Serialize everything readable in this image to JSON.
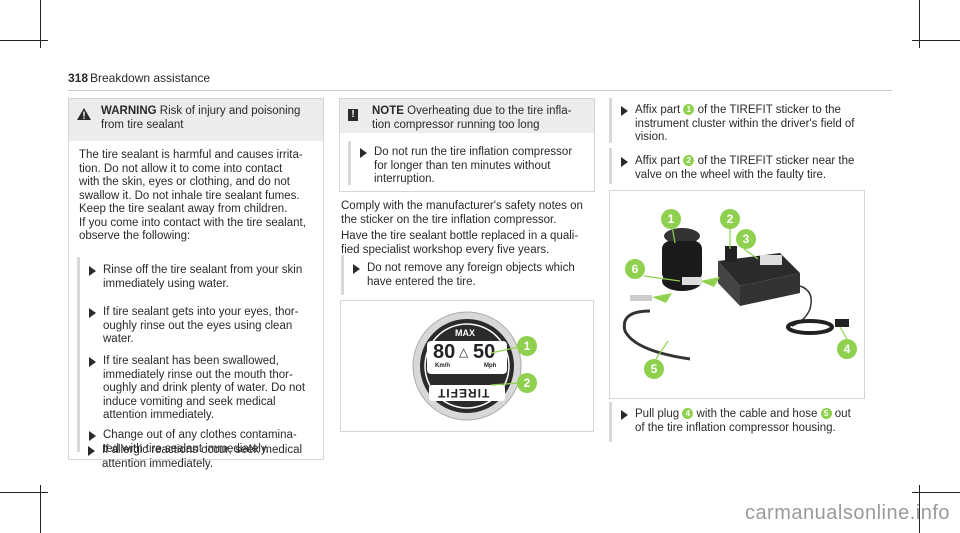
{
  "header": {
    "page_number": "318",
    "section_title": "Breakdown assistance"
  },
  "warning": {
    "label": "WARNING",
    "headline_1": "Risk of injury and poisoning",
    "headline_2": "from tire sealant",
    "para1": [
      "The tire sealant is harmful and causes irrita-",
      "tion. Do not allow it to come into contact",
      "with the skin, eyes or clothing, and do not",
      "swallow it. Do not inhale tire sealant fumes.",
      "Keep the tire sealant away from children."
    ],
    "para2": [
      "If you come into contact with the tire sealant,",
      "observe the following:"
    ],
    "bullets": [
      [
        "Rinse off the tire sealant from your skin",
        "immediately using water."
      ],
      [
        "If tire sealant gets into your eyes, thor-",
        "oughly rinse out the eyes using clean",
        "water."
      ],
      [
        "If tire sealant has been swallowed,",
        "immediately rinse out the mouth thor-",
        "oughly and drink plenty of water. Do not",
        "induce vomiting and seek medical",
        "attention immediately."
      ],
      [
        "Change out of any clothes contamina-",
        "ted with tire sealant immediately."
      ],
      [
        "If allergic reactions occur, seek medical",
        "attention immediately."
      ]
    ]
  },
  "note": {
    "label": "NOTE",
    "headline_1": "Overheating due to the tire infla-",
    "headline_2": "tion compressor running too long",
    "bullet": [
      "Do not run the tire inflation compressor",
      "for longer than ten minutes without",
      "interruption."
    ]
  },
  "middle": {
    "para1": [
      "Comply with the manufacturer's safety notes on",
      "the sticker on the tire inflation compressor."
    ],
    "para2": [
      "Have the tire sealant bottle replaced in a quali-",
      "fied specialist workshop every five years."
    ],
    "bullet": [
      "Do not remove any foreign objects which",
      "have entered the tire."
    ]
  },
  "sticker": {
    "max": "MAX",
    "speed_kmh": "80",
    "speed_mph": "50",
    "unit_kmh": "Km/h",
    "unit_mph": "Mph",
    "brand": "TIREFIT",
    "callouts": [
      "1",
      "2"
    ]
  },
  "right": {
    "step1": {
      "prefix": "Affix part",
      "badge": "1",
      "text": [
        "of the TIREFIT sticker to the",
        "instrument cluster within the driver's field of",
        "vision."
      ]
    },
    "step2": {
      "prefix": "Affix part",
      "badge": "2",
      "text": [
        "of the TIREFIT sticker near the",
        "valve on the wheel with the faulty tire."
      ]
    },
    "step3": {
      "prefix": "Pull plug",
      "badge": "4",
      "mid": "with the cable and hose",
      "badge2": "5",
      "suffix": "out",
      "line2": "of the tire inflation compressor housing."
    }
  },
  "compressor_callouts": [
    "1",
    "2",
    "3",
    "6",
    "5",
    "4"
  ],
  "watermark": "carmanualsonline.info",
  "colors": {
    "badge_green": "#8fd14f",
    "arrow_green": "#8fd14f"
  }
}
